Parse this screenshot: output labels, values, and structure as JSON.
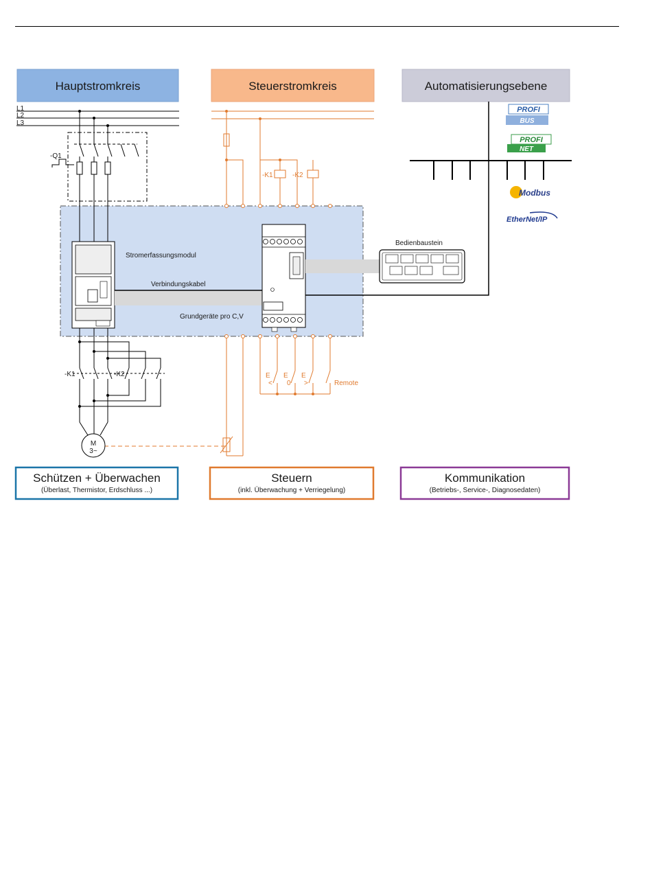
{
  "headers": {
    "main_circuit": "Hauptstromkreis",
    "control_circuit": "Steuerstromkreis",
    "automation_level": "Automatisierungsebene"
  },
  "phases": [
    "L1",
    "L2",
    "L3"
  ],
  "labels": {
    "q1": "-Q1",
    "k1_main": "-K1",
    "k2_main": "-K2",
    "k1_coil": "-K1",
    "k2_coil": "-K2",
    "current_module": "Stromerfassungsmodul",
    "connection_cable": "Verbindungskabel",
    "basic_units": "Grundgeräte pro C,V",
    "operator_panel": "Bedienbaustein",
    "motor": "M",
    "motor_sub": "3~",
    "remote": "Remote",
    "btn_left": "<",
    "btn_zero": "0",
    "btn_right": ">",
    "btn_e": "E"
  },
  "bus_logos": {
    "profibus_top": "PROFI",
    "profibus_bottom": "BUS",
    "profinet_top": "PROFI",
    "profinet_bottom": "NET",
    "modbus": "Modbus",
    "ethernet": "EtherNet/IP"
  },
  "footers": [
    {
      "title": "Schützen + Überwachen",
      "sub": "(Überlast, Thermistor, Erdschluss ...)"
    },
    {
      "title": "Steuern",
      "sub": "(inkl. Überwachung + Verriegelung)"
    },
    {
      "title": "Kommunikation",
      "sub": "(Betriebs-, Service-, Diagnosedaten)"
    }
  ],
  "colors": {
    "main_header": "#8db3e2",
    "control_header": "#f8b88b",
    "automation_header": "#ccccd9",
    "orange_wire": "#e07a2e",
    "blue_zone": "#cfddf2",
    "footer_protect": "#1b75a8",
    "footer_control": "#e07a2e",
    "footer_comm": "#8b3a96"
  }
}
